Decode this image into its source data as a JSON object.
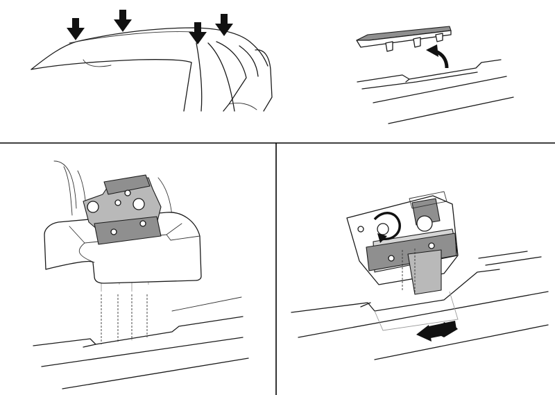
{
  "colors": {
    "line": "#1a1a1a",
    "part_gray": "#8f8f8f",
    "part_light": "#b9b9b9",
    "background": "#ffffff"
  },
  "steps": [
    {
      "panel": "top-left",
      "icons": [
        "down-arrow-icon",
        "down-arrow-icon",
        "down-arrow-icon",
        "down-arrow-icon"
      ]
    },
    {
      "panel": "top-right",
      "icons": [
        "curved-up-arrow-icon"
      ]
    },
    {
      "panel": "bottom-left",
      "icons": []
    },
    {
      "panel": "bottom-right",
      "icons": [
        "rotate-arrow-icon",
        "left-arrow-icon"
      ]
    }
  ]
}
